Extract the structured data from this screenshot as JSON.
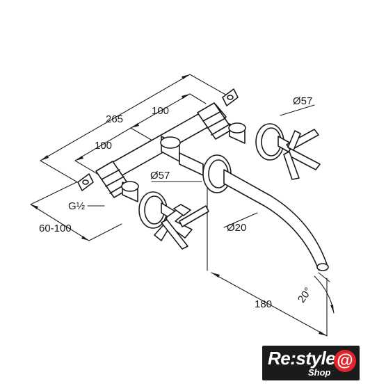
{
  "dimensions": {
    "overall_width": "265",
    "upper_spacing": "100",
    "lower_spacing": "100",
    "handle_diameter_right": "Ø57",
    "rosette_diameter": "Ø57",
    "spout_diameter": "Ø20",
    "spout_projection": "180",
    "spout_angle": "20°",
    "connection_thread": "G½",
    "wall_depth": "60-100"
  },
  "logo": {
    "brand": "Re:style",
    "sub": "Shop",
    "badge": "@",
    "badge_color": "#e0252b"
  },
  "colors": {
    "line": "#1a1a1a",
    "background": "#ffffff"
  }
}
